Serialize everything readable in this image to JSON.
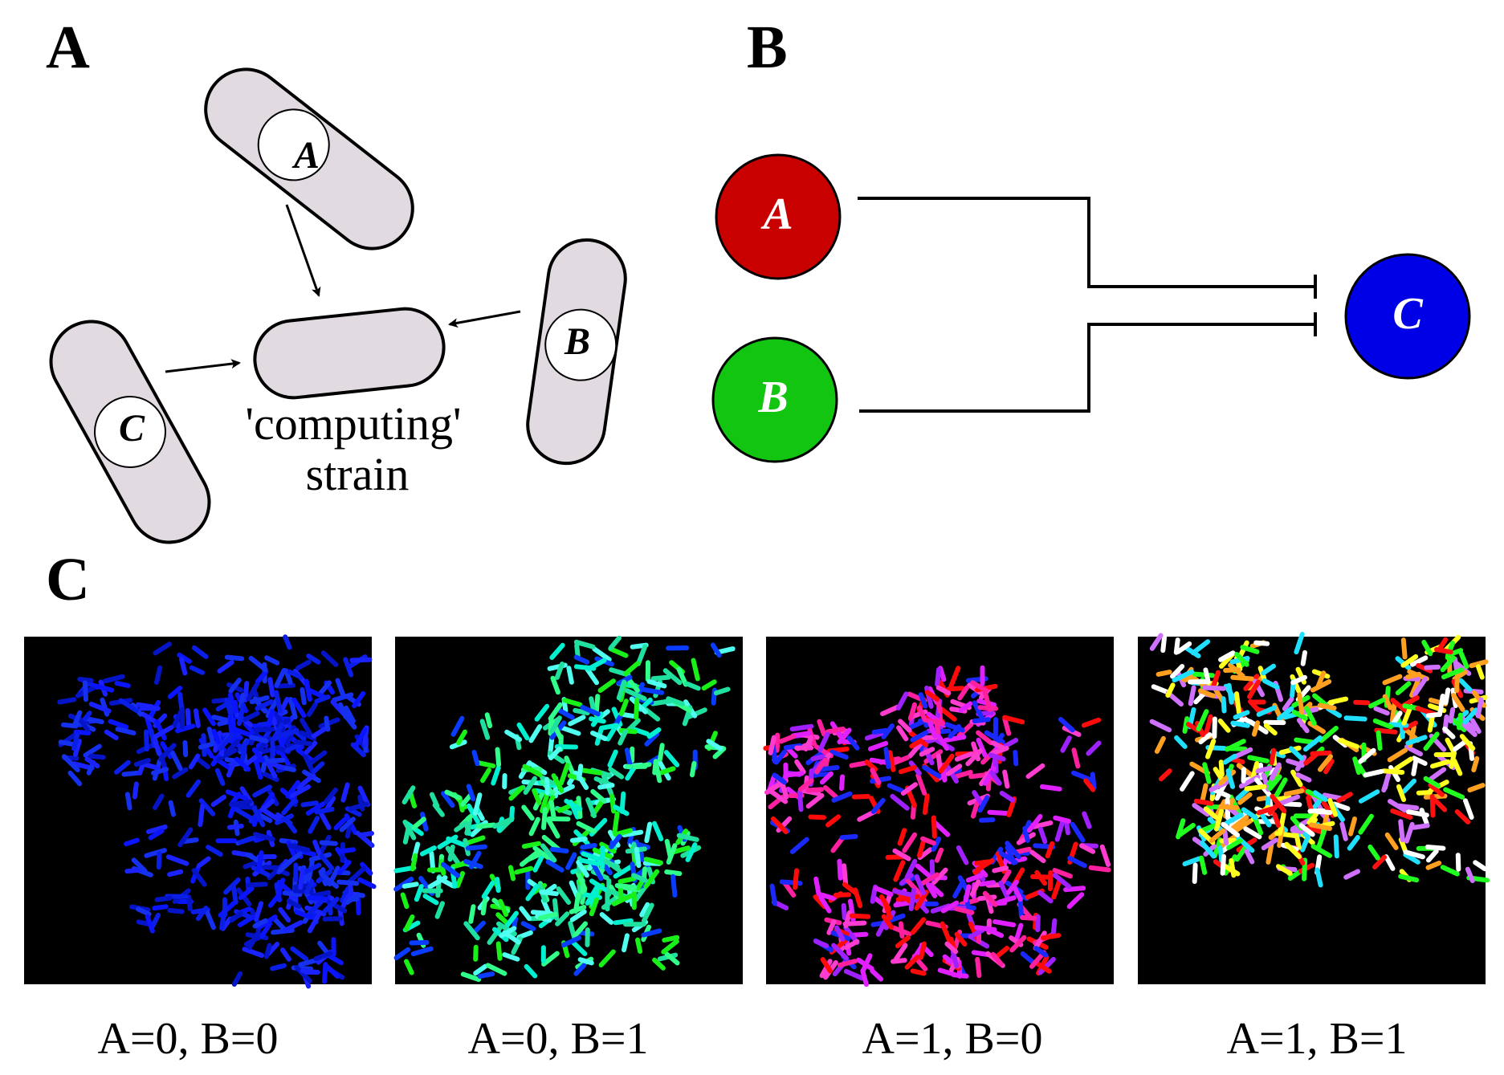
{
  "panels": {
    "a": {
      "letter": "A",
      "strains": [
        {
          "label": "A"
        },
        {
          "label": "B"
        },
        {
          "label": "C"
        }
      ],
      "computing_caption_line1": "'computing'",
      "computing_caption_line2": "strain"
    },
    "b": {
      "letter": "B",
      "nodes": [
        {
          "label": "A",
          "color": "#c80000"
        },
        {
          "label": "B",
          "color": "#11c511"
        },
        {
          "label": "C",
          "color": "#0000e6"
        }
      ]
    },
    "c": {
      "letter": "C",
      "simulations": [
        {
          "label": "A=0, B=0",
          "palette": [
            "#0a14ff",
            "#0a1ee8",
            "#1a22ff",
            "#0614c8",
            "#1630f0"
          ]
        },
        {
          "label": "A=0, B=1",
          "palette": [
            "#18f018",
            "#30ff8a",
            "#00f0d0",
            "#50fff0",
            "#0a3cff",
            "#20e0a0"
          ]
        },
        {
          "label": "A=1, B=0",
          "palette": [
            "#ff0a0a",
            "#ff20a0",
            "#e020ff",
            "#ff3cd0",
            "#a020ff",
            "#1a2aff"
          ]
        },
        {
          "label": "A=1, B=1",
          "palette": [
            "#ff1010",
            "#ffff20",
            "#20ff20",
            "#20e0ff",
            "#ffa020",
            "#ffffff",
            "#d070ff"
          ]
        }
      ]
    }
  },
  "colors": {
    "cell_fill": "#e1dbe1",
    "node_text": "#ffffff",
    "sim_background": "#000000"
  }
}
